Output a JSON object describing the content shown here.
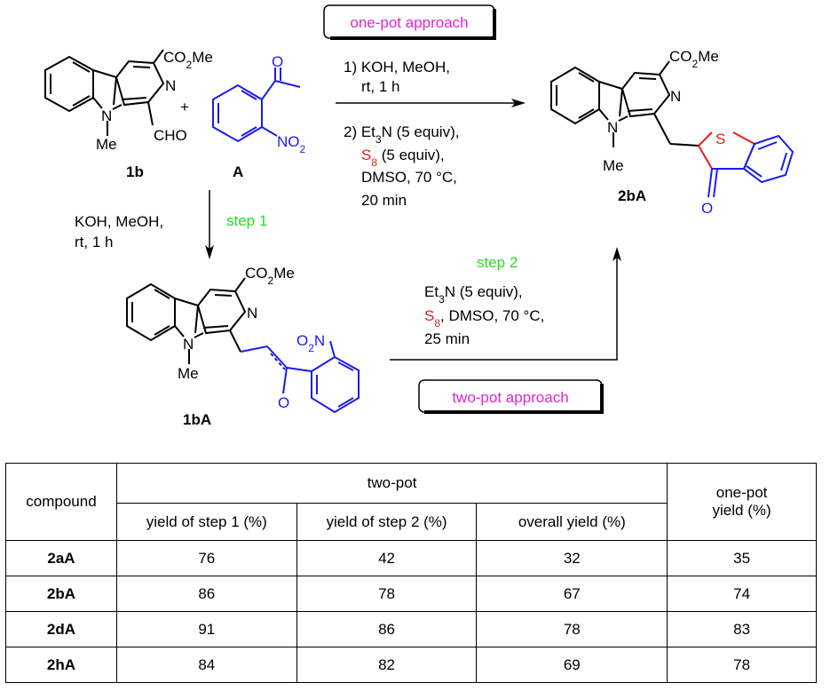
{
  "scheme": {
    "reactant_1": {
      "label": "1b",
      "substituents": {
        "ester": "CO2Me",
        "aldehyde": "CHO",
        "n_methyl": "Me",
        "ring_n": "N",
        "indole_n": "N"
      }
    },
    "plus": "+",
    "reactant_2": {
      "label": "A",
      "substituents": {
        "carbonyl_o": "O",
        "nitro": "NO2"
      }
    },
    "one_pot": {
      "box_label": "one-pot approach",
      "conditions": [
        "1) KOH, MeOH,",
        "rt, 1 h",
        "2) Et3N (5 equiv),",
        "S8 (5 equiv),",
        "DMSO, 70 °C,",
        "20 min"
      ]
    },
    "step1": {
      "label": "step 1",
      "conditions": [
        "KOH, MeOH,",
        "rt, 1 h"
      ]
    },
    "intermediate": {
      "label": "1bA",
      "substituents": {
        "ester": "CO2Me",
        "nitro": "O2N",
        "carbonyl_o": "O",
        "n_methyl": "Me",
        "ring_n": "N",
        "indole_n": "N"
      }
    },
    "step2": {
      "label": "step 2",
      "conditions": [
        "Et3N (5 equiv),",
        "S8, DMSO, 70 °C,",
        "25 min"
      ]
    },
    "two_pot": {
      "box_label": "two-pot approach"
    },
    "product": {
      "label": "2bA",
      "substituents": {
        "ester": "CO2Me",
        "sulfur": "S",
        "carbonyl_o": "O",
        "n_methyl": "Me",
        "ring_n": "N",
        "indole_n": "N"
      }
    },
    "colors": {
      "text": "#000000",
      "reagent_A": "#1c1ce6",
      "sulfur": "#e21d1d",
      "step_label": "#22dd22",
      "approach_label": "#e025d6"
    }
  },
  "table": {
    "header": {
      "compound": "compound",
      "two_pot": "two-pot",
      "one_pot": "one-pot",
      "one_pot_2": "yield (%)",
      "step1": "yield of step 1 (%)",
      "step2": "yield of step 2 (%)",
      "overall": "overall yield (%)"
    },
    "rows": [
      {
        "compound": "2aA",
        "step1": "76",
        "step2": "42",
        "overall": "32",
        "one_pot": "35"
      },
      {
        "compound": "2bA",
        "step1": "86",
        "step2": "78",
        "overall": "67",
        "one_pot": "74"
      },
      {
        "compound": "2dA",
        "step1": "91",
        "step2": "86",
        "overall": "78",
        "one_pot": "83"
      },
      {
        "compound": "2hA",
        "step1": "84",
        "step2": "82",
        "overall": "69",
        "one_pot": "78"
      }
    ]
  }
}
